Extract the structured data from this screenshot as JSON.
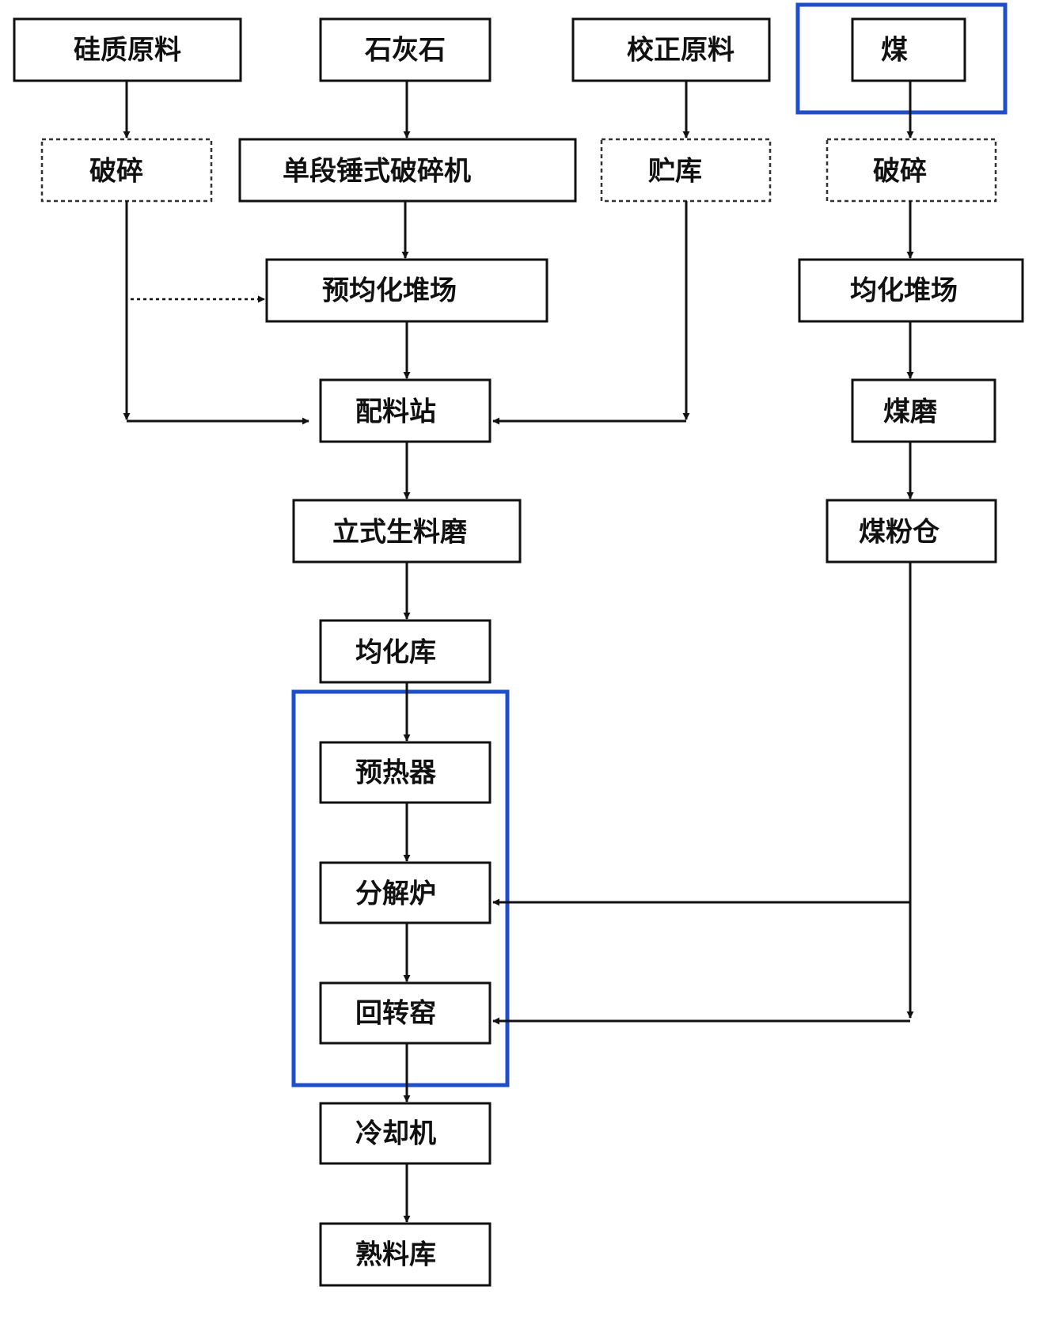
{
  "colors": {
    "line": "#111111",
    "highlight": "#1f4fc8",
    "background": "#ffffff"
  },
  "nodes": {
    "siliceous_raw": "硅质原料",
    "limestone": "石灰石",
    "correction_raw": "校正原料",
    "coal": "煤",
    "crushing_1": "破碎",
    "hammer_crusher": "单段锤式破碎机",
    "storage": "贮库",
    "crushing_2": "破碎",
    "prehomogenization_yard": "预均化堆场",
    "homogenization_yard": "均化堆场",
    "batching_station": "配料站",
    "coal_mill": "煤磨",
    "vertical_raw_mill": "立式生料磨",
    "pulverized_coal_bin": "煤粉仓",
    "homogenization_silo": "均化库",
    "preheater": "预热器",
    "calciner": "分解炉",
    "rotary_kiln": "回转窑",
    "cooler": "冷却机",
    "clinker_silo": "熟料库"
  }
}
